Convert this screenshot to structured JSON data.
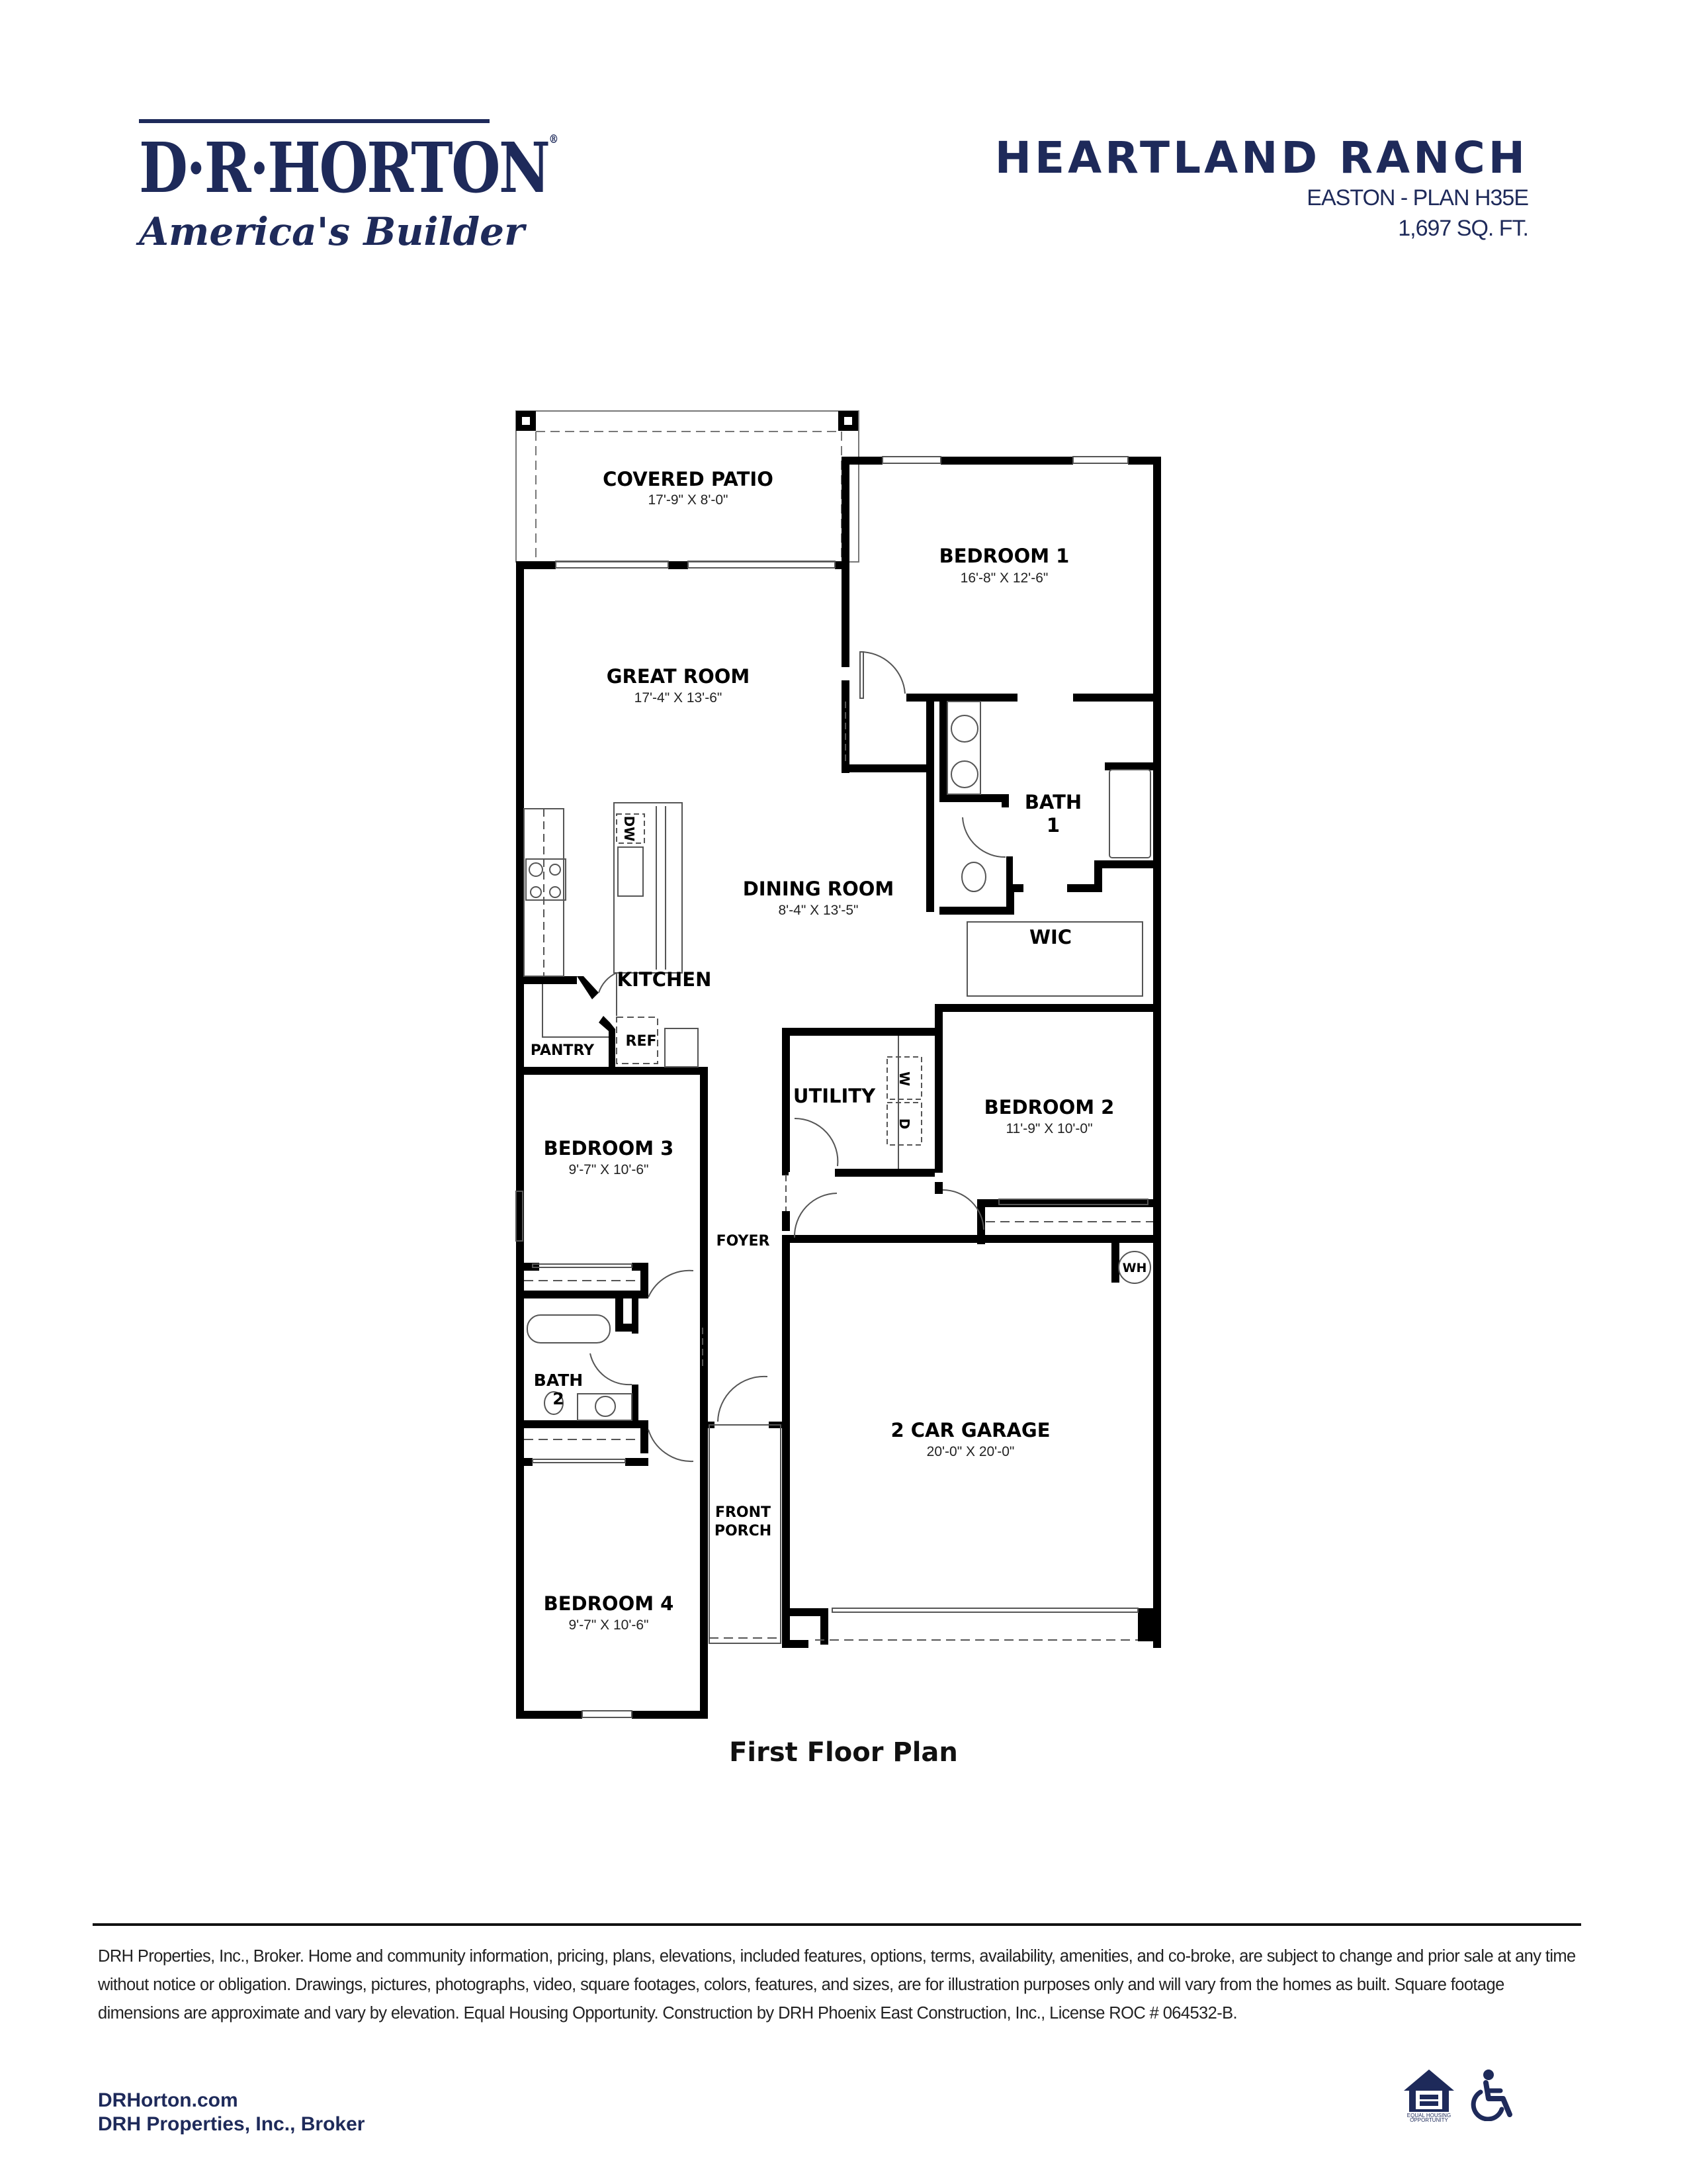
{
  "header": {
    "logo": {
      "brand": "D·R·HORTON",
      "registered": "®",
      "tagline": "America's Builder"
    },
    "community": "HEARTLAND RANCH",
    "plan": "EASTON - PLAN H35E",
    "sqft": "1,697 SQ. FT."
  },
  "floor_plan": {
    "caption": "First Floor Plan",
    "rooms": [
      {
        "id": "covered-patio",
        "label": "COVERED PATIO",
        "dims": "17'-9\" X 8'-0\""
      },
      {
        "id": "bedroom-1",
        "label": "BEDROOM 1",
        "dims": "16'-8\" X 12'-6\""
      },
      {
        "id": "great-room",
        "label": "GREAT ROOM",
        "dims": "17'-4\" X 13'-6\""
      },
      {
        "id": "bath-1",
        "label": "BATH",
        "label2": "1"
      },
      {
        "id": "dining-room",
        "label": "DINING ROOM",
        "dims": "8'-4\" X 13'-5\""
      },
      {
        "id": "wic",
        "label": "WIC"
      },
      {
        "id": "kitchen",
        "label": "KITCHEN"
      },
      {
        "id": "pantry",
        "label": "PANTRY"
      },
      {
        "id": "ref",
        "label": "REF"
      },
      {
        "id": "utility",
        "label": "UTILITY"
      },
      {
        "id": "bedroom-2",
        "label": "BEDROOM 2",
        "dims": "11'-9\" X 10'-0\""
      },
      {
        "id": "bedroom-3",
        "label": "BEDROOM 3",
        "dims": "9'-7\" X 10'-6\""
      },
      {
        "id": "foyer",
        "label": "FOYER"
      },
      {
        "id": "bath-2",
        "label": "BATH",
        "label2": "2"
      },
      {
        "id": "garage",
        "label": "2 CAR GARAGE",
        "dims": "20'-0\" X 20'-0\""
      },
      {
        "id": "front-porch",
        "label": "FRONT",
        "label2": "PORCH"
      },
      {
        "id": "bedroom-4",
        "label": "BEDROOM 4",
        "dims": "9'-7\" X 10'-6\""
      }
    ],
    "fixtures": {
      "dishwasher": "DW",
      "washer": "W",
      "dryer": "D",
      "water_heater": "WH"
    }
  },
  "footer": {
    "disclaimer": "DRH Properties, Inc., Broker. Home and community information, pricing, plans, elevations, included features, options, terms, availability, amenities, and co-broke, are subject to change and prior sale at any time without notice or obligation. Drawings, pictures, photographs, video, square footages, colors, features, and sizes, are for illustration purposes only and will vary from the homes as built. Square footage dimensions are approximate and vary by elevation. Equal Housing Opportunity. Construction by DRH Phoenix East Construction, Inc., License ROC # 064532-B.",
    "website": "DRHorton.com",
    "broker": "DRH Properties, Inc., Broker",
    "icons": [
      {
        "name": "equal-housing-icon",
        "caption_line1": "EQUAL HOUSING",
        "caption_line2": "OPPORTUNITY"
      },
      {
        "name": "accessibility-icon"
      }
    ]
  },
  "colors": {
    "brand_navy": "#1e2a5a",
    "wall": "#000000",
    "text": "#222222"
  }
}
